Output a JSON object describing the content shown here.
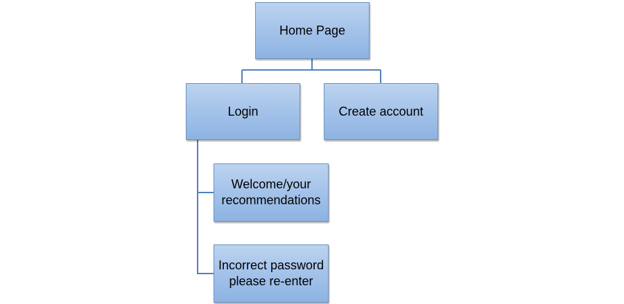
{
  "diagram": {
    "accent_color": "#4f81bd",
    "nodes": {
      "home": "Home Page",
      "login": "Login",
      "create_account": "Create account",
      "welcome": "Welcome/your\nrecommendations",
      "incorrect": "Incorrect password\nplease re-enter"
    },
    "edges": [
      [
        "Home Page",
        "Login"
      ],
      [
        "Home Page",
        "Create account"
      ],
      [
        "Login",
        "Welcome/your recommendations"
      ],
      [
        "Login",
        "Incorrect password please re-enter"
      ]
    ]
  }
}
